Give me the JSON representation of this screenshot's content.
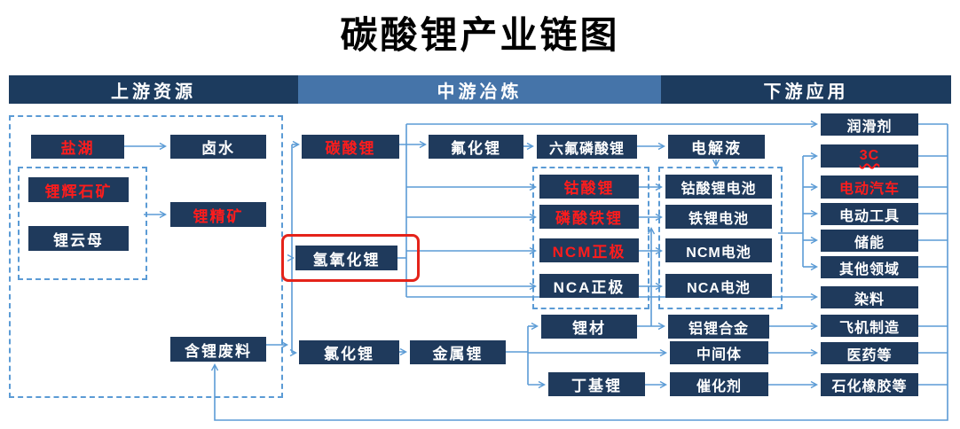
{
  "title": "碳酸锂产业链图",
  "header": {
    "upstream": "上游资源",
    "midstream": "中游冶炼",
    "downstream": "下游应用"
  },
  "upstream": {
    "yanhu": "盐湖",
    "lushui": "卤水",
    "lihuishikuang": "锂辉石矿",
    "liyunmu": "锂云母",
    "lijingkuang": "锂精矿",
    "hanlifeiliao": "含锂废料"
  },
  "midstream": {
    "tansuanli": "碳酸锂",
    "qingyanghuali": "氢氧化锂",
    "lvhuali": "氯化锂",
    "jinshuli": "金属锂",
    "fuhuali": "氟化锂",
    "liufulinsuanli": "六氟磷酸锂",
    "dianjieye": "电解液",
    "gusuanli": "钴酸锂",
    "linsuantieli": "磷酸铁锂",
    "ncm_zhengji": "NCM正极",
    "nca_zhengji": "NCA正极",
    "gusuanli_dianchi": "钴酸锂电池",
    "tieli_dianchi": "铁锂电池",
    "ncm_dianchi": "NCM电池",
    "nca_dianchi": "NCA电池",
    "licai": "锂材",
    "dingjili": "丁基锂",
    "lvlihejin": "铝锂合金",
    "zhongjianti": "中间体",
    "cuihuaji": "催化剂"
  },
  "downstream": {
    "runhuaji": "润滑剂",
    "sanc": "3C",
    "diandongqiche": "电动汽车",
    "diandonggongju": "电动工具",
    "chuneng": "储能",
    "qitalingyu": "其他领域",
    "ranliao": "染料",
    "feijizhizao": "飞机制造",
    "yiyaodeng": "医药等",
    "shihuaxiangjiao": "石化橡胶等"
  },
  "colors": {
    "box_fill": "#1f3a5c",
    "header_dark": "#1c3b5e",
    "header_medium": "#4574a9",
    "line_blue": "#5b9bd5",
    "text_white": "#ffffff",
    "text_red": "#fe1c1c",
    "highlight_red": "#e4231a",
    "title_black": "#000000"
  }
}
